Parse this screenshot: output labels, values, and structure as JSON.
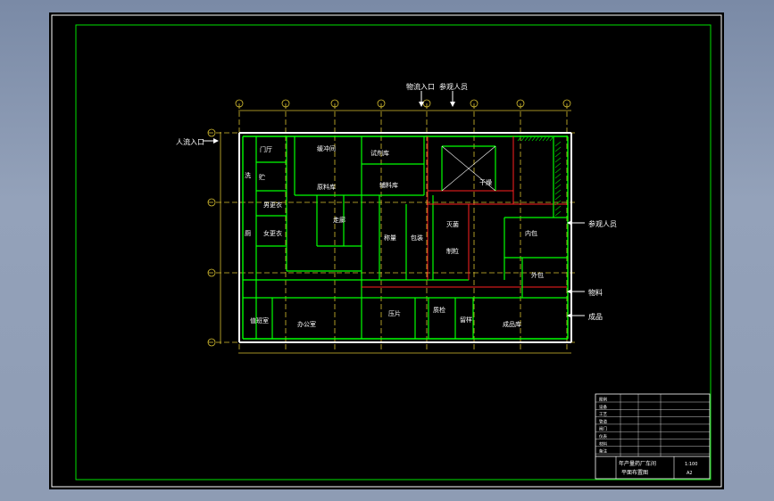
{
  "colors": {
    "background": "#000000",
    "frame": "#00e000",
    "wall_green": "#00ff00",
    "wall_red": "#ff2020",
    "wall_white": "#ffffff",
    "grid_gold": "#d8c030",
    "hatch": "#00c000"
  },
  "labels": {
    "top_entry_left": "物流入口",
    "top_entry_right": "参观人员",
    "left_entry": "人流入口",
    "right_visitor": "参观人员",
    "right_material": "物料",
    "right_product": "成品"
  },
  "rooms": {
    "r_lobby": "门厅",
    "r_toilet": "厕",
    "r_wash": "洗",
    "r_male": "男更衣",
    "r_female": "女更衣",
    "r_office": "办公室",
    "r_duty": "值班室",
    "r_store": "贮",
    "r_guard": "缓冲间",
    "r_corr": "走廊",
    "r_reagent": "试剂库",
    "r_raw": "原料库",
    "r_aux": "辅料库",
    "r_weigh": "称量",
    "r_pack": "包装",
    "r_dry": "干燥",
    "r_ster": "灭菌",
    "r_mix": "制粒",
    "r_tablet": "压片",
    "r_qc": "质检",
    "r_finished": "成品库",
    "r_inner": "内包",
    "r_outer": "外包",
    "r_retain": "留样"
  },
  "table": {
    "rows": [
      "图例",
      "设备",
      "工艺",
      "管道",
      "阀门",
      "仪表",
      "材料",
      "备注"
    ],
    "title": "年产量药厂车间",
    "subtitle": "平面布置图",
    "scale": "1:100",
    "sheet": "A2"
  }
}
